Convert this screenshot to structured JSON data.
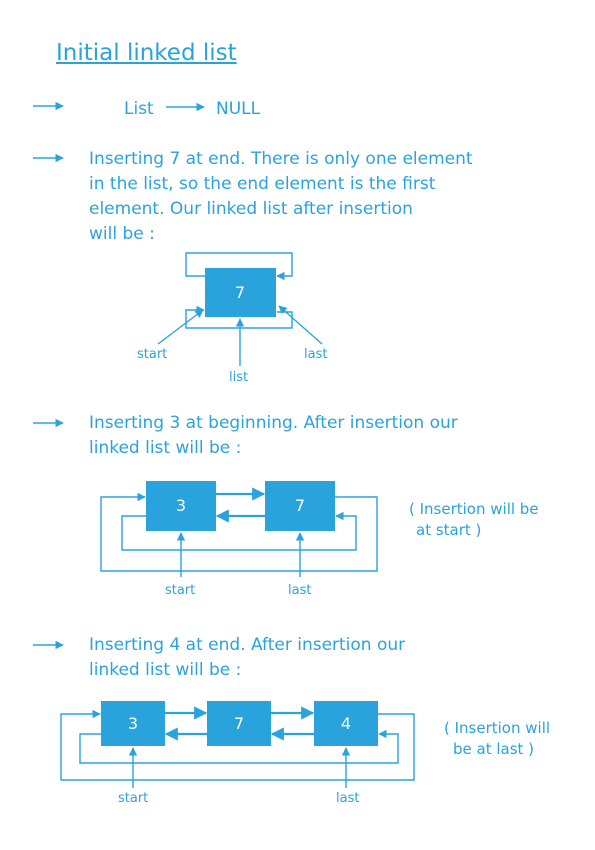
{
  "title": "Initial linked list",
  "section1": {
    "list_label": "List",
    "null_label": "NULL"
  },
  "section2": {
    "lines": [
      "Inserting 7 at end.  There is only one element",
      "in the list, so the end element is the first",
      "element. Our linked list after insertion",
      "will be :"
    ],
    "node_value": "7",
    "labels": {
      "start": "start",
      "list": "list",
      "last": "last"
    }
  },
  "section3": {
    "lines": [
      "Inserting 3 at beginning. After insertion our",
      "linked list will be :"
    ],
    "nodes": [
      "3",
      "7"
    ],
    "labels": {
      "start": "start",
      "last": "last"
    },
    "note_lines": [
      "( Insertion will be",
      "at start )"
    ]
  },
  "section4": {
    "lines": [
      "Inserting 4 at end. After insertion our",
      "linked list will be :"
    ],
    "nodes": [
      "3",
      "7",
      "4"
    ],
    "labels": {
      "start": "start",
      "last": "last"
    },
    "note_lines": [
      "( Insertion will",
      "be at last )"
    ]
  },
  "colors": {
    "accent": "#2aa3dc",
    "node_fill": "#2aa3dc",
    "node_text": "#ffffff"
  }
}
